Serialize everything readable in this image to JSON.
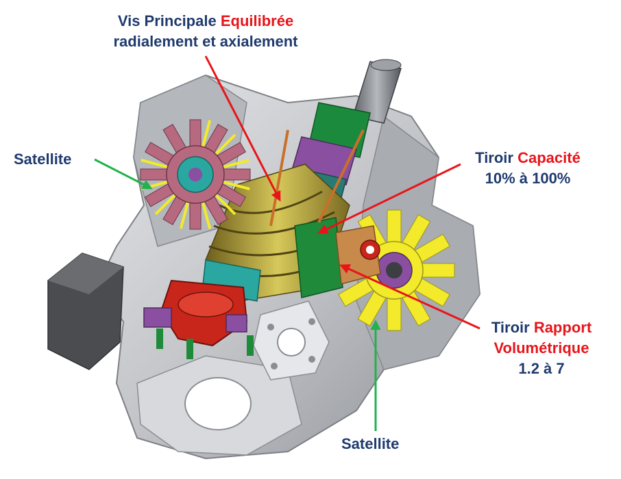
{
  "labels": {
    "main_screw": {
      "line1_a": "Vis Principale ",
      "line1_b": "Equilibrée",
      "line2": "radialement et axialement"
    },
    "satellite_left": "Satellite",
    "capacity_slide": {
      "line1_a": "Tiroir ",
      "line1_b": "Capacité",
      "line2": "10% à 100%"
    },
    "volume_slide": {
      "line1_a": "Tiroir ",
      "line1_b": "Rapport",
      "line2": "Volumétrique",
      "line3": "1.2 à 7"
    },
    "satellite_bottom": "Satellite"
  },
  "colors": {
    "label_text": "#1f3a6e",
    "highlight_text": "#e8141a",
    "arrow_red": "#e8141a",
    "arrow_green": "#22b14c",
    "housing": "#c3c5c9",
    "screw": "#b8a640",
    "star_wheel_yellow": "#f2ea2a",
    "star_wheel_pink": "#b76a7f",
    "slide_green": "#1f8a3a",
    "bearing_red": "#c8261b"
  },
  "icons": [
    "compressor-illustration"
  ]
}
